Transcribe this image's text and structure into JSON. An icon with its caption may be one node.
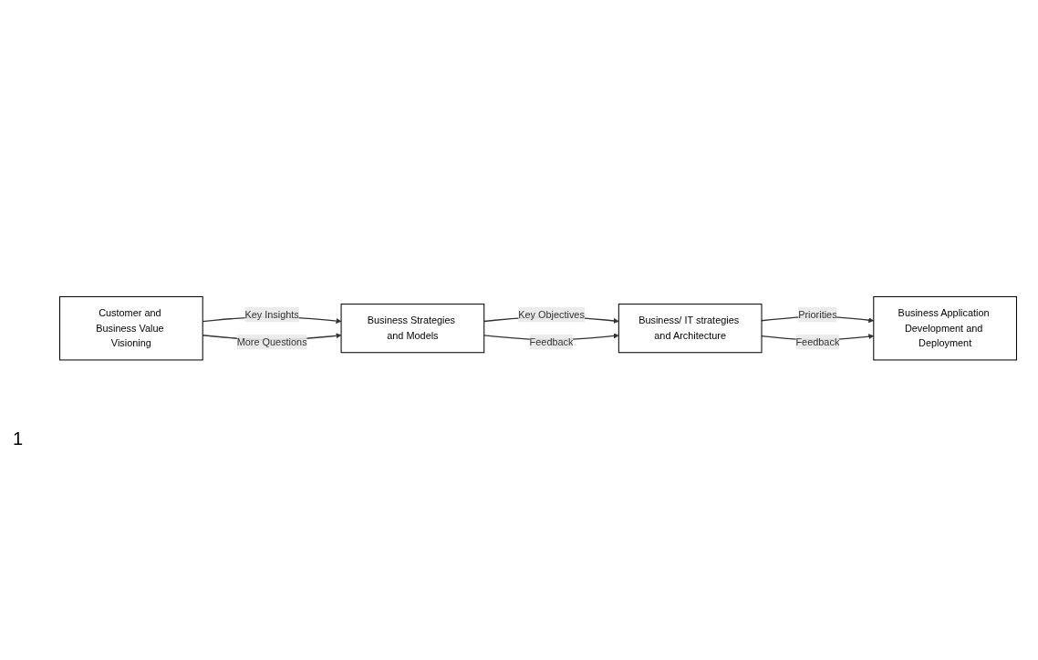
{
  "diagram": {
    "nodes": [
      {
        "text": [
          "Customer and Business Value Visioning"
        ]
      },
      {
        "text": [
          "Business Strategies and Models"
        ]
      },
      {
        "text": [
          "Business/ IT strategies and Architecture"
        ]
      },
      {
        "text": [
          "Business Application Development and Deployment"
        ]
      }
    ],
    "edges": [
      {
        "from": 0,
        "to": 1,
        "arrow": "to",
        "label": "Key Insights"
      },
      {
        "from": 1,
        "to": 2,
        "arrow": "to",
        "label": "Key Objectives"
      },
      {
        "from": 2,
        "to": 3,
        "arrow": "to",
        "label": "Priorities"
      },
      {
        "from": 0,
        "to": 1,
        "arrow": "to",
        "label": "More Questions"
      },
      {
        "from": 1,
        "to": 2,
        "arrow": "to",
        "label": "Feedback"
      },
      {
        "from": 2,
        "to": 3,
        "arrow": "to",
        "label": "Feedback"
      }
    ],
    "labels": [
      "1"
    ]
  }
}
